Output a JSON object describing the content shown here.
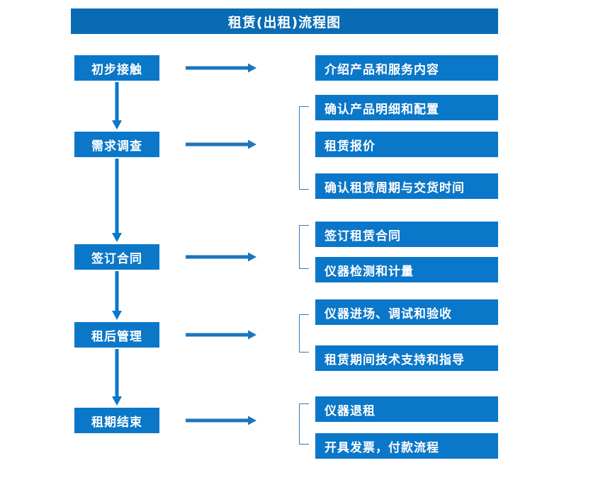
{
  "diagram": {
    "title": "租赁(出租)流程图",
    "type": "flowchart",
    "accent_color": "#0B77C8",
    "title_bar_color": "#0A6BB5",
    "bracket_color": "#2E7DBE",
    "text_color": "#FFFFFF",
    "stages": [
      {
        "label": "初步接触"
      },
      {
        "label": "需求调查"
      },
      {
        "label": "签订合同"
      },
      {
        "label": "租后管理"
      },
      {
        "label": "租期结束"
      }
    ],
    "details": [
      {
        "label": "介绍产品和服务内容"
      },
      {
        "label": "确认产品明细和配置"
      },
      {
        "label": "租赁报价"
      },
      {
        "label": "确认租赁周期与交货时间"
      },
      {
        "label": "签订租赁合同"
      },
      {
        "label": "仪器检测和计量"
      },
      {
        "label": "仪器进场、调试和验收"
      },
      {
        "label": "租赁期间技术支持和指导"
      },
      {
        "label": "仪器退租"
      },
      {
        "label": "开具发票，付款流程"
      }
    ],
    "icons": {
      "arrow_right": "arrow-right-icon",
      "arrow_down": "arrow-down-icon",
      "bracket": "group-bracket-icon"
    }
  }
}
